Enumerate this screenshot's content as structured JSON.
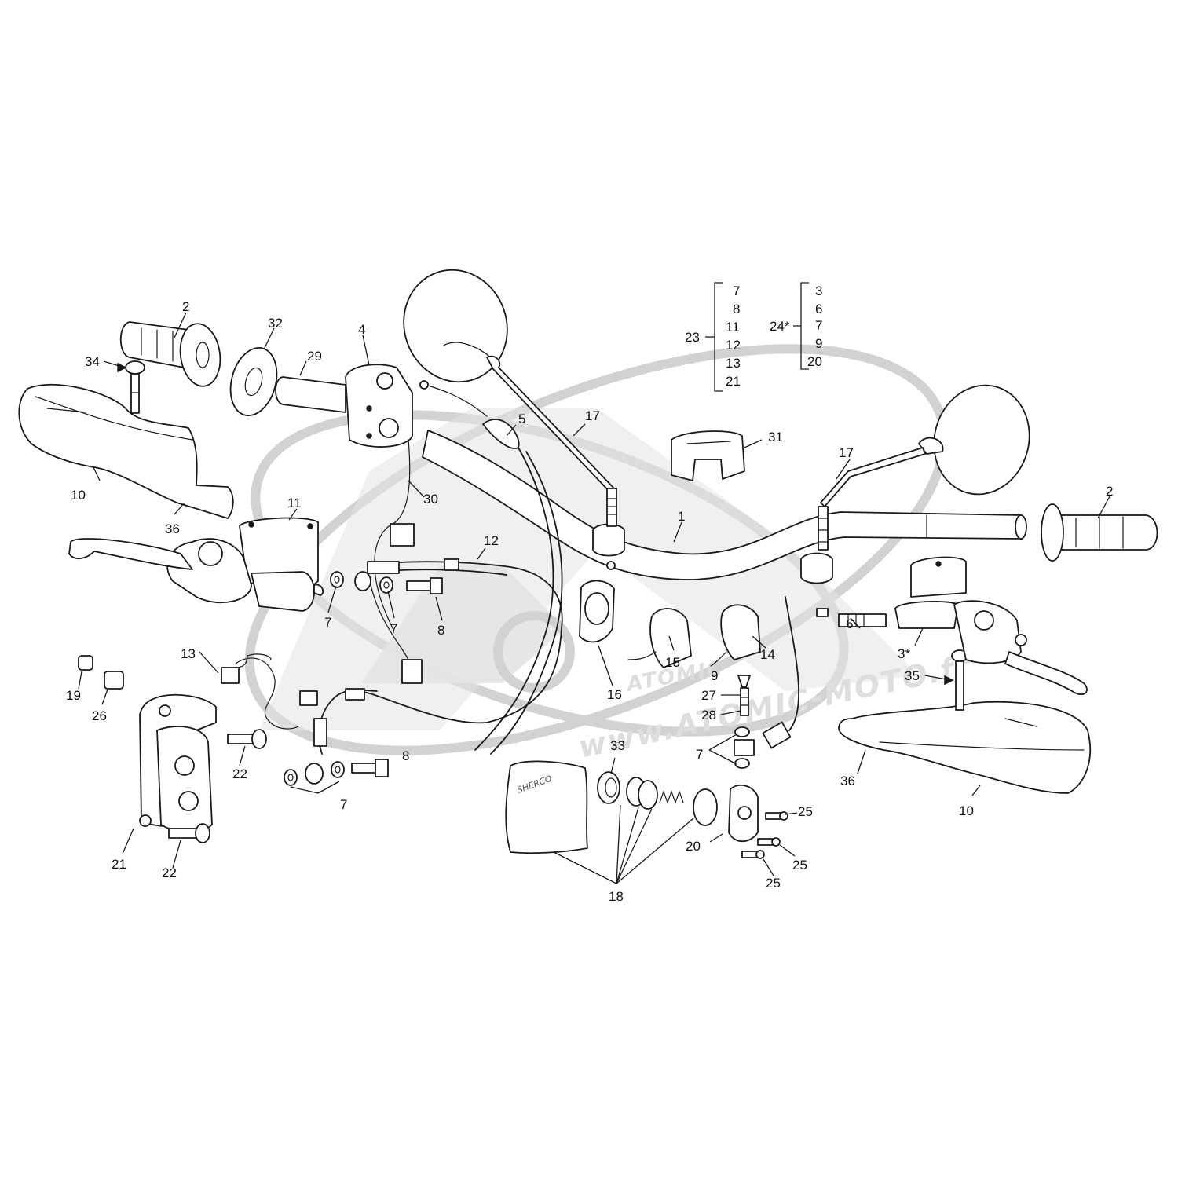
{
  "watermark": {
    "url_text": "www.ATOMIC-MOTO.fr",
    "brand_text": "ATOMIC"
  },
  "bag_brand": "SHERCO",
  "part_labels": [
    {
      "id": "lbl-1",
      "text": "1"
    },
    {
      "id": "lbl-2-left",
      "text": "2"
    },
    {
      "id": "lbl-2-right",
      "text": "2"
    },
    {
      "id": "lbl-3",
      "text": "3*"
    },
    {
      "id": "lbl-4",
      "text": "4"
    },
    {
      "id": "lbl-5",
      "text": "5"
    },
    {
      "id": "lbl-6",
      "text": "6"
    },
    {
      "id": "lbl-7-a",
      "text": "7"
    },
    {
      "id": "lbl-7-b",
      "text": "7"
    },
    {
      "id": "lbl-7-c",
      "text": "7"
    },
    {
      "id": "lbl-7-d",
      "text": "7"
    },
    {
      "id": "lbl-8-a",
      "text": "8"
    },
    {
      "id": "lbl-8-b",
      "text": "8"
    },
    {
      "id": "lbl-9",
      "text": "9"
    },
    {
      "id": "lbl-10-left",
      "text": "10"
    },
    {
      "id": "lbl-10-right",
      "text": "10"
    },
    {
      "id": "lbl-11",
      "text": "11"
    },
    {
      "id": "lbl-12",
      "text": "12"
    },
    {
      "id": "lbl-13",
      "text": "13"
    },
    {
      "id": "lbl-14",
      "text": "14"
    },
    {
      "id": "lbl-15",
      "text": "15"
    },
    {
      "id": "lbl-16",
      "text": "16"
    },
    {
      "id": "lbl-17-left",
      "text": "17"
    },
    {
      "id": "lbl-17-right",
      "text": "17"
    },
    {
      "id": "lbl-18",
      "text": "18"
    },
    {
      "id": "lbl-19",
      "text": "19"
    },
    {
      "id": "lbl-20",
      "text": "20"
    },
    {
      "id": "lbl-21",
      "text": "21"
    },
    {
      "id": "lbl-22-a",
      "text": "22"
    },
    {
      "id": "lbl-22-b",
      "text": "22"
    },
    {
      "id": "lbl-25-a",
      "text": "25"
    },
    {
      "id": "lbl-25-b",
      "text": "25"
    },
    {
      "id": "lbl-25-c",
      "text": "25"
    },
    {
      "id": "lbl-26",
      "text": "26"
    },
    {
      "id": "lbl-27",
      "text": "27"
    },
    {
      "id": "lbl-28",
      "text": "28"
    },
    {
      "id": "lbl-29",
      "text": "29"
    },
    {
      "id": "lbl-30",
      "text": "30"
    },
    {
      "id": "lbl-31",
      "text": "31"
    },
    {
      "id": "lbl-32",
      "text": "32"
    },
    {
      "id": "lbl-33",
      "text": "33"
    },
    {
      "id": "lbl-34",
      "text": "34"
    },
    {
      "id": "lbl-35",
      "text": "35"
    },
    {
      "id": "lbl-36-left",
      "text": "36"
    },
    {
      "id": "lbl-36-right",
      "text": "36"
    }
  ],
  "kits": [
    {
      "label": "23",
      "contents": [
        "7",
        "8",
        "11",
        "12",
        "13",
        "21"
      ]
    },
    {
      "label": "24*",
      "contents": [
        "3",
        "6",
        "7",
        "9",
        "20"
      ]
    }
  ]
}
